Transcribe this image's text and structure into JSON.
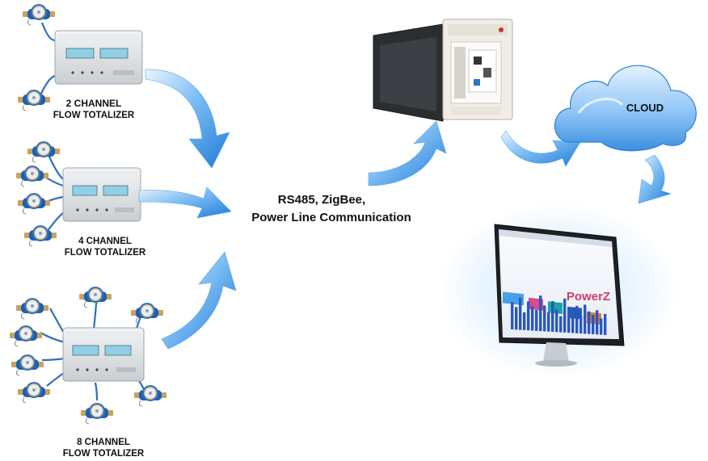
{
  "labels": {
    "two_channel_line1": "2 CHANNEL",
    "two_channel_line2": "FLOW TOTALIZER",
    "four_channel_line1": "4 CHANNEL",
    "four_channel_line2": "FLOW TOTALIZER",
    "eight_channel_line1": "8 CHANNEL",
    "eight_channel_line2": "FLOW TOTALIZER",
    "comm_line1": "RS485, ZigBee,",
    "comm_line2": "Power Line Communication",
    "cloud": "CLOUD",
    "brand_logo": "PowerZ"
  },
  "colors": {
    "arrow_light": "#cfe6fb",
    "arrow_dark": "#1f7ad8",
    "meter_blue": "#1c5fb0",
    "meter_brass": "#c9a35a",
    "panel": "#dfe3e6",
    "lcd": "#8fd0e6",
    "cloud_light": "#b9dcfb",
    "cloud_dark": "#3b8fe0",
    "chart_bar": "#2a56c4"
  },
  "icons": [
    "water-meter-icon",
    "cloud-icon",
    "monitor-icon",
    "enclosure-icon"
  ]
}
